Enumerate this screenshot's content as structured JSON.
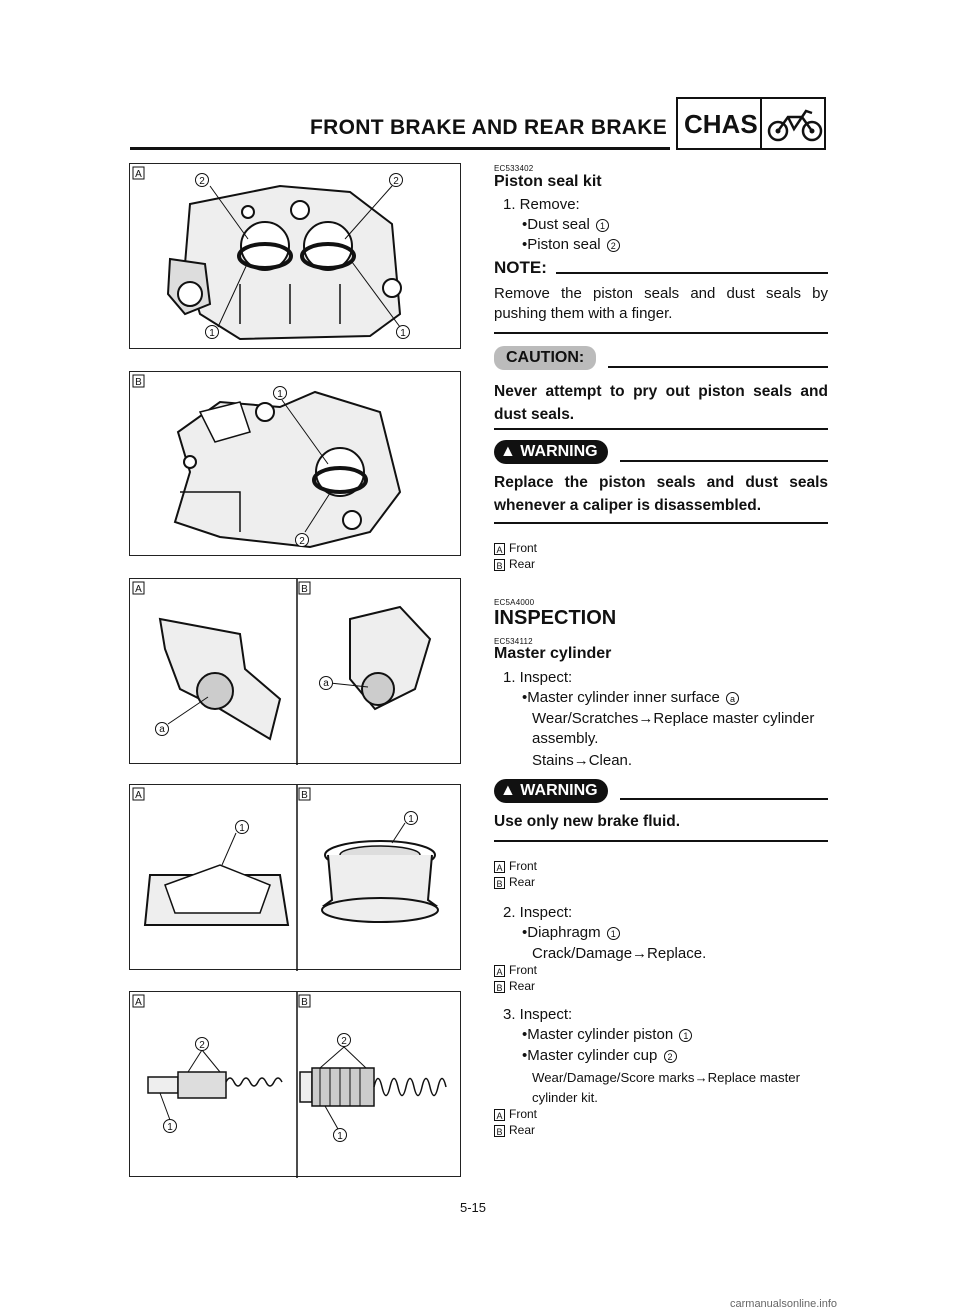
{
  "header": {
    "title": "FRONT BRAKE AND REAR BRAKE",
    "section": "CHAS"
  },
  "figures": {
    "fig1": {
      "label_a": "A",
      "callouts": [
        "2",
        "2",
        "1",
        "1"
      ]
    },
    "fig2": {
      "label_b": "B",
      "callouts": [
        "1",
        "2"
      ]
    },
    "fig3": {
      "label_a": "A",
      "label_b": "B",
      "callouts": [
        "a",
        "a"
      ]
    },
    "fig4": {
      "label_a": "A",
      "label_b": "B",
      "callouts": [
        "1",
        "1"
      ]
    },
    "fig5": {
      "label_a": "A",
      "label_b": "B",
      "callouts": [
        "2",
        "1",
        "2",
        "1"
      ]
    }
  },
  "piston_seal": {
    "code": "EC533402",
    "title": "Piston seal kit",
    "step": "1. Remove:",
    "items": [
      {
        "text": "Dust seal",
        "ref": "1"
      },
      {
        "text": "Piston seal",
        "ref": "2"
      }
    ],
    "note_label": "NOTE:",
    "note_text": "Remove the piston seals and dust seals by pushing them with a finger.",
    "caution_label": "CAUTION:",
    "caution_text": "Never attempt to pry out piston seals and dust seals.",
    "warning_label": "WARNING",
    "warning_text": "Replace the piston seals and dust seals whenever a caliper is disassembled.",
    "legend": [
      {
        "key": "A",
        "text": "Front"
      },
      {
        "key": "B",
        "text": "Rear"
      }
    ]
  },
  "inspection": {
    "code": "EC5A4000",
    "title": "INSPECTION"
  },
  "master_cylinder": {
    "code": "EC534112",
    "title": "Master cylinder",
    "step": "1. Inspect:",
    "item": "Master cylinder inner surface",
    "item_ref": "a",
    "line1": "Wear/Scratches→Replace master cylinder",
    "line2": "assembly.",
    "line3": "Stains→Clean.",
    "warning_label": "WARNING",
    "warning_text": "Use only new brake fluid.",
    "legend": [
      {
        "key": "A",
        "text": "Front"
      },
      {
        "key": "B",
        "text": "Rear"
      }
    ]
  },
  "diaphragm": {
    "step": "2. Inspect:",
    "item": "Diaphragm",
    "item_ref": "1",
    "line1": "Crack/Damage→Replace.",
    "legend": [
      {
        "key": "A",
        "text": "Front"
      },
      {
        "key": "B",
        "text": "Rear"
      }
    ]
  },
  "piston_cup": {
    "step": "3. Inspect:",
    "items": [
      {
        "text": "Master cylinder piston",
        "ref": "1"
      },
      {
        "text": "Master cylinder cup",
        "ref": "2"
      }
    ],
    "line1": "Wear/Damage/Score marks→Replace master",
    "line2": "cylinder kit.",
    "legend": [
      {
        "key": "A",
        "text": "Front"
      },
      {
        "key": "B",
        "text": "Rear"
      }
    ]
  },
  "footer": {
    "page_number": "5-15",
    "watermark": "carmanualsonline.info"
  }
}
